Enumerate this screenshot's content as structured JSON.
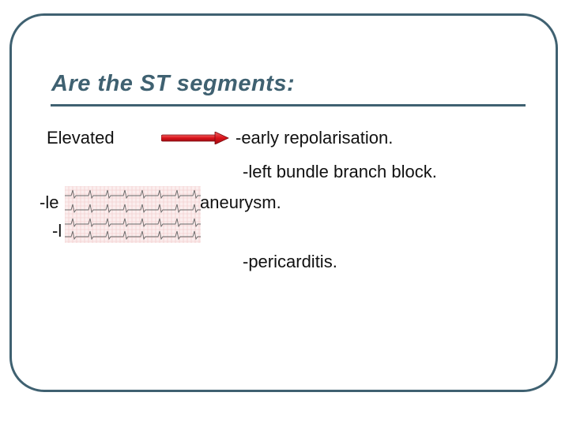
{
  "slide": {
    "title": "Are the ST segments:",
    "colors": {
      "frame": "#3f6171",
      "title": "#3f6171",
      "arrow": "#d9121a",
      "ecg_grid": "#f2c7c7",
      "ecg_trace": "#555555"
    },
    "lead_label": "Elevated",
    "arrow_icon": "right-arrow-icon",
    "causes": {
      "early_repolarisation": "-early repolarisation.",
      "lbbb": "-left bundle branch block.",
      "lv_aneurysm_prefix": "-le",
      "lv_aneurysm_suffix": "aneurysm.",
      "item4_prefix": "-l",
      "pericarditis": "-pericarditis."
    },
    "ecg_image": "ecg-strip-thumbnail"
  }
}
